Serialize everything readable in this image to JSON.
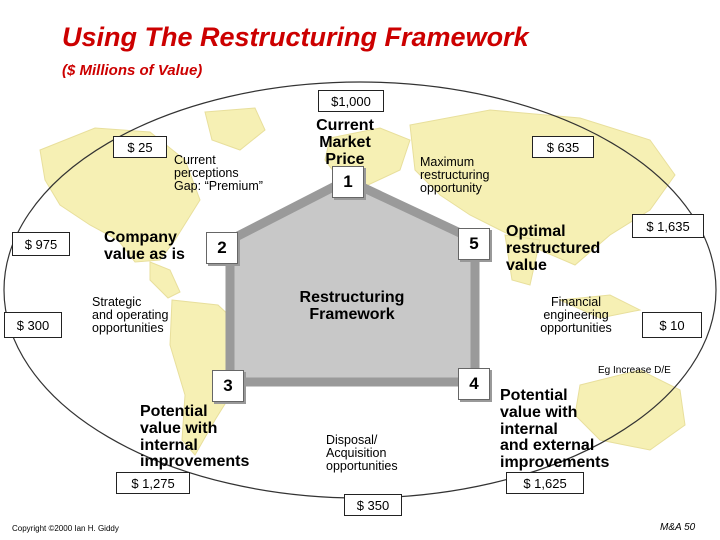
{
  "header": {
    "title": "Using The Restructuring Framework",
    "subtitle": "($ Millions of Value)"
  },
  "values": {
    "market_price": "$1,000",
    "gap": "$ 25",
    "company_value": "$ 975",
    "strategic": "$ 300",
    "maximum": "$ 635",
    "optimal": "$ 1,635",
    "financial": "$ 10",
    "internal": "$ 1,275",
    "external": "$ 1,625",
    "disposal": "$ 350"
  },
  "nodes": {
    "n1": {
      "number": "1",
      "label": "Current\nMarket\nPrice"
    },
    "n2": {
      "number": "2",
      "label": "Company\nvalue as is"
    },
    "n3": {
      "number": "3",
      "label": "Potential\nvalue with\ninternal\nimprovements"
    },
    "n4": {
      "number": "4",
      "label": "Potential\nvalue with\ninternal\nand external\nimprovements"
    },
    "n5": {
      "number": "5",
      "label": "Optimal\nrestructured\nvalue"
    }
  },
  "labels": {
    "current_perceptions": "Current\nperceptions\nGap: “Premium”",
    "maximum_opportunity": "Maximum\nrestructuring\nopportunity",
    "strategic_opportunities": "Strategic\nand operating\nopportunities",
    "framework": "Restructuring\nFramework",
    "financial_engineering": "Financial\nengineering\nopportunities",
    "eg_increase": "Eg Increase D/E",
    "disposal_opportunities": "Disposal/\nAcquisition\nopportunities"
  },
  "footer": {
    "copyright": "Copyright ©2000 Ian H. Giddy",
    "page": "M&A 50"
  },
  "colors": {
    "title": "#cc0000",
    "map_land": "#f6f0b4",
    "pentagon_fill": "#c8c8c8",
    "pentagon_stroke": "#9a9a9a"
  }
}
